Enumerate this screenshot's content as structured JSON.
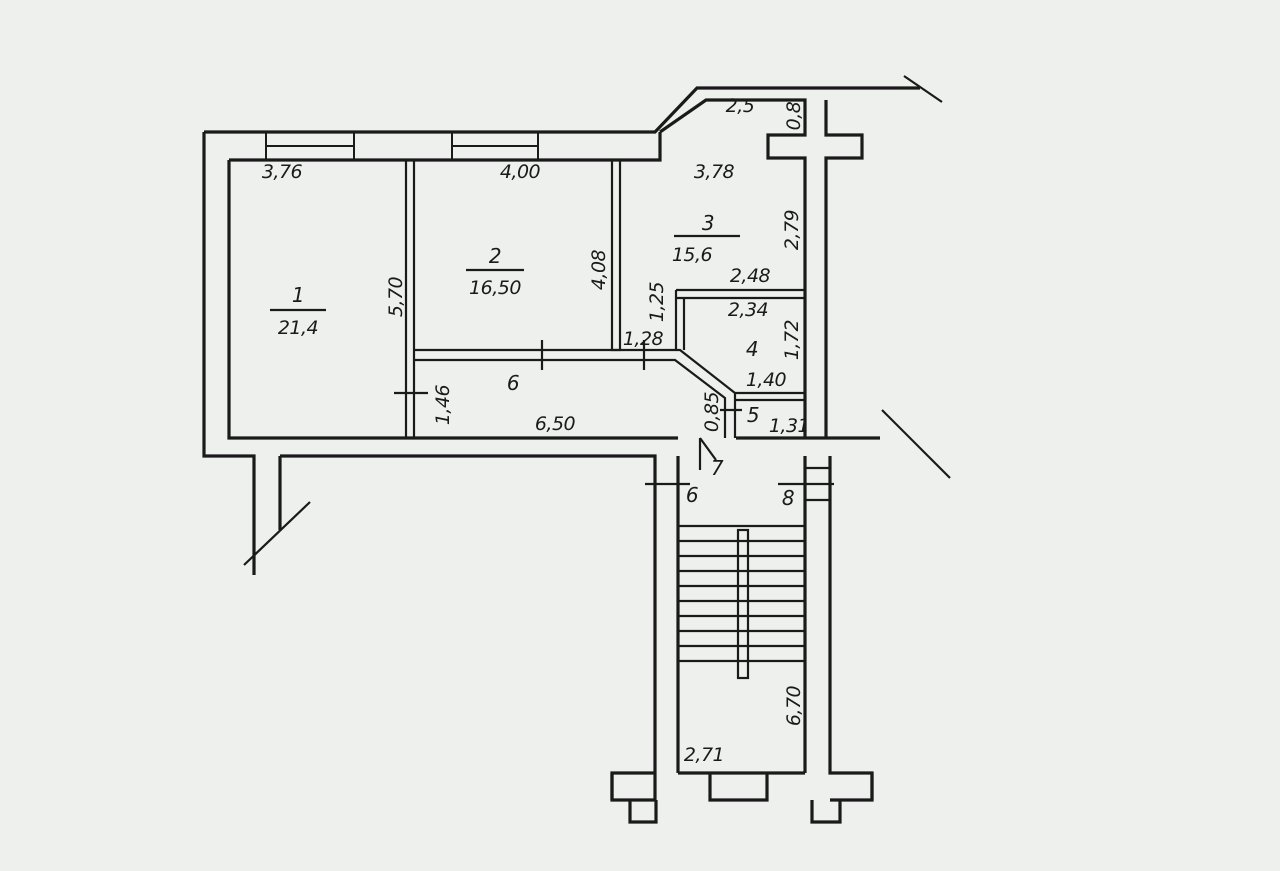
{
  "rooms": [
    {
      "number": "1",
      "area": "21,4"
    },
    {
      "number": "2",
      "area": "16,50"
    },
    {
      "number": "3",
      "area": "15,6"
    },
    {
      "number": "4"
    },
    {
      "number": "5"
    },
    {
      "number": "6"
    },
    {
      "number": "7"
    },
    {
      "number": "8"
    }
  ],
  "dimensions": {
    "room1_width": "3,76",
    "room1_depth": "5,70",
    "room2_width": "4,00",
    "room2_depth": "4,08",
    "room3_width": "3,78",
    "room3_depth": "2,79",
    "room3_lower_width": "2,48",
    "bay_width": "2,5",
    "bay_depth": "0,8",
    "room4_width": "2,34",
    "room4_depth": "1,72",
    "room4_lower_width": "1,40",
    "corridor_jog_upper": "1,25",
    "corridor_jog_lower": "1,28",
    "corridor_length": "6,50",
    "corridor_depth": "1,46",
    "room5_depth": "0,85",
    "room5_width": "1,31",
    "stair_width": "2,71",
    "stair_length": "6,70"
  },
  "colors": {
    "paper": "#eef0ee",
    "ink": "#1a1a1a"
  }
}
